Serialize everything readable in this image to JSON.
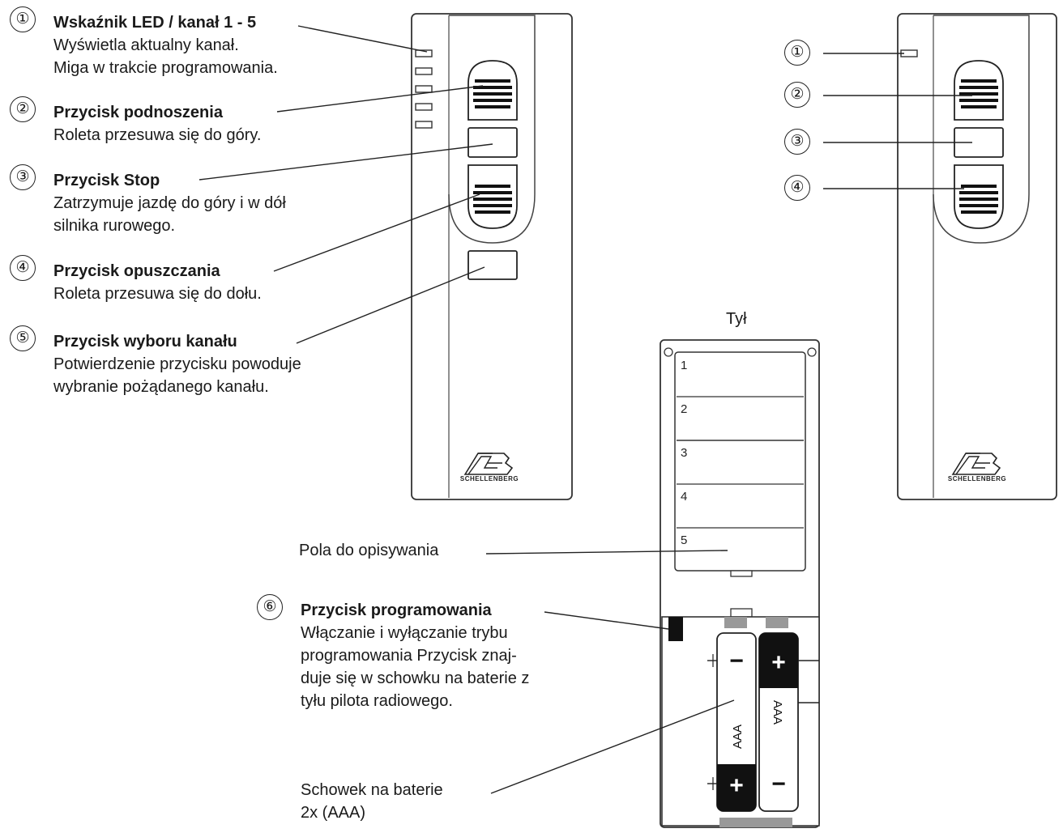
{
  "callouts": [
    {
      "num": "①",
      "title": "Wskaźnik LED / kanał 1 - 5",
      "desc": "Wyświetla aktualny kanał.\nMiga w trakcie programowania."
    },
    {
      "num": "②",
      "title": "Przycisk podnoszenia",
      "desc": "Roleta przesuwa się do góry."
    },
    {
      "num": "③",
      "title": "Przycisk Stop",
      "desc": "Zatrzymuje jazdę do góry i w dół\nsilnika rurowego."
    },
    {
      "num": "④",
      "title": "Przycisk opuszczania",
      "desc": "Roleta przesuwa się do dołu."
    },
    {
      "num": "⑤",
      "title": "Przycisk wyboru kanału",
      "desc": "Potwierdzenie przycisku powoduje\nwybranie pożądanego kanału."
    },
    {
      "num": "⑥",
      "title": "Przycisk programowania",
      "desc": "Włączanie i wyłączanie trybu\nprogramowania Przycisk znaj-\nduje się w  schowku na baterie z\ntyłu pilota radiowego."
    }
  ],
  "right_numbers": [
    "①",
    "②",
    "③",
    "④"
  ],
  "back_label": "Tył",
  "label_fields": "Pola do opisywania",
  "battery_label": "Schowek na baterie\n2x (AAA)",
  "field_numbers": [
    "1",
    "2",
    "3",
    "4",
    "5"
  ],
  "battery_text": "AAA",
  "plus_sign": "+",
  "minus_sign": "−",
  "brand": "SCHELLENBERG"
}
